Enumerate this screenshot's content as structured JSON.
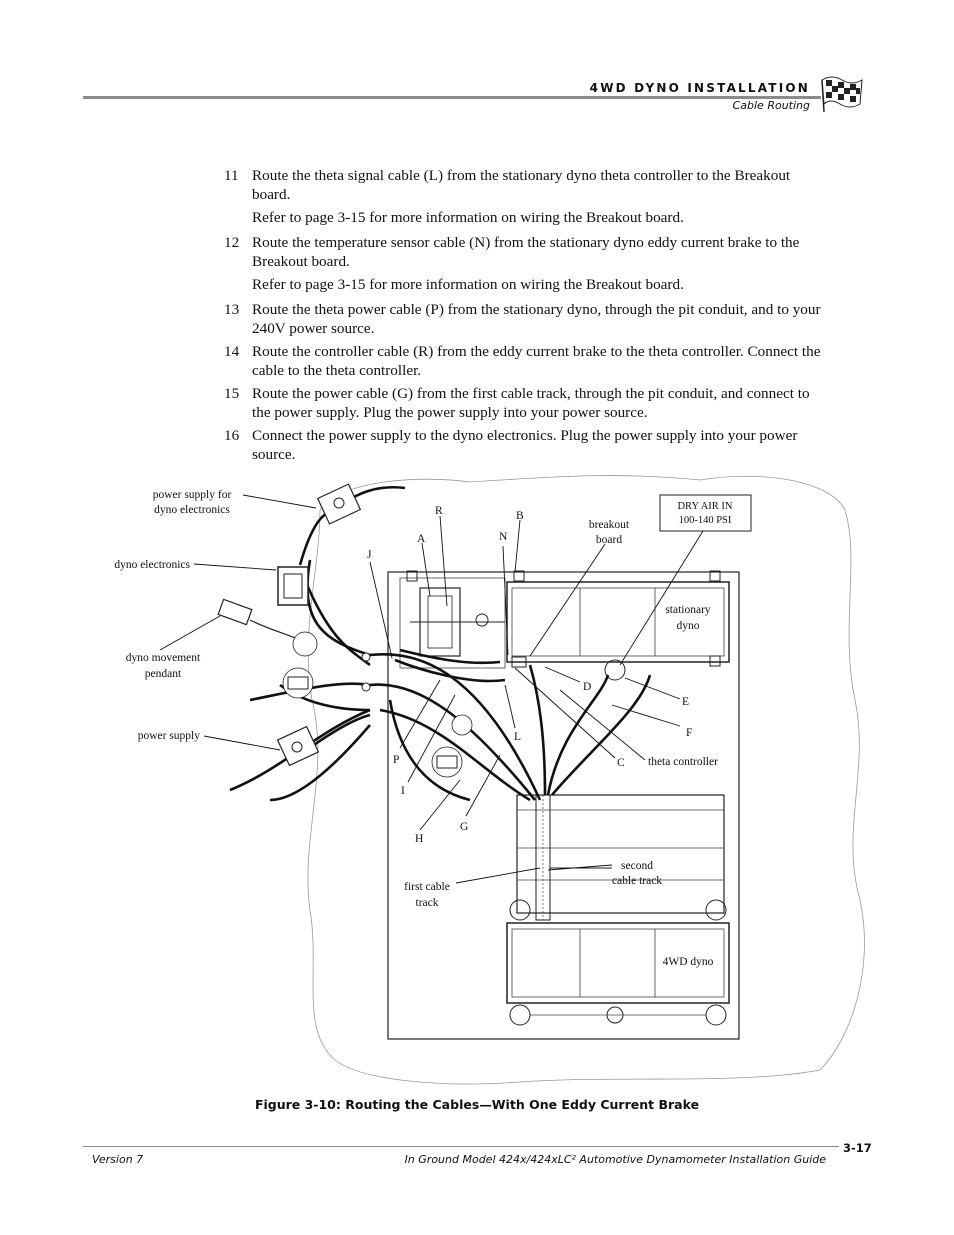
{
  "header": {
    "section": "4WD DYNO INSTALLATION",
    "subsection": "Cable Routing"
  },
  "steps": [
    {
      "num": "11",
      "text": "Route the theta signal cable (L) from the stationary dyno theta controller to the Breakout board.",
      "note": "Refer to page 3-15 for more information on wiring the Breakout board."
    },
    {
      "num": "12",
      "text": "Route the temperature sensor cable (N) from the stationary dyno eddy current brake to the Breakout board.",
      "note": "Refer to page 3-15 for more information on wiring the Breakout board."
    },
    {
      "num": "13",
      "text": "Route the theta power cable (P) from the stationary dyno, through the pit conduit, and to your 240V power source.",
      "note": ""
    },
    {
      "num": "14",
      "text": "Route the controller cable (R) from the eddy current brake to the theta controller. Connect the cable to the theta controller.",
      "note": ""
    },
    {
      "num": "15",
      "text": "Route the power cable (G) from the first cable track, through the pit conduit, and connect to the power supply. Plug the power supply into your power source.",
      "note": ""
    },
    {
      "num": "16",
      "text": "Connect the power supply to the dyno electronics. Plug the power supply into your power source.",
      "note": ""
    }
  ],
  "figure": {
    "caption": "Figure 3-10: Routing the Cables—With One Eddy Current Brake",
    "labels": {
      "power_supply_electronics_1": "power supply for",
      "power_supply_electronics_2": "dyno electronics",
      "dyno_electronics": "dyno electronics",
      "pendant_1": "dyno movement",
      "pendant_2": "pendant",
      "power_supply": "power supply",
      "dry_air_1": "DRY AIR IN",
      "dry_air_2": "100-140 PSI",
      "breakout_1": "breakout",
      "breakout_2": "board",
      "stationary_1": "stationary",
      "stationary_2": "dyno",
      "theta_controller": "theta controller",
      "second_track_1": "second",
      "second_track_2": "cable track",
      "first_track_1": "first cable",
      "first_track_2": "track",
      "fourwd": "4WD dyno",
      "A": "A",
      "B": "B",
      "C": "C",
      "D": "D",
      "E": "E",
      "F": "F",
      "G": "G",
      "H": "H",
      "I": "I",
      "J": "J",
      "L": "L",
      "N": "N",
      "P": "P",
      "R": "R"
    }
  },
  "footer": {
    "version": "Version 7",
    "guide": "In Ground Model 424x/424xLC² Automotive Dynamometer Installation Guide",
    "page": "3-17"
  }
}
